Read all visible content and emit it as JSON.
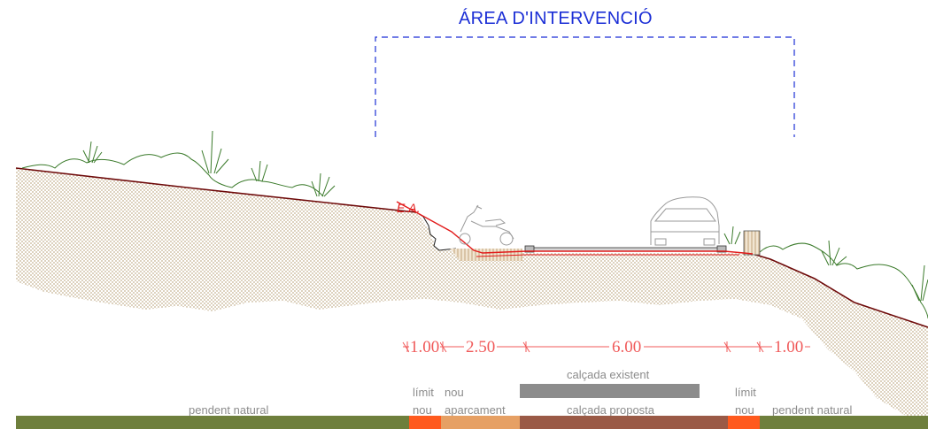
{
  "intervention_area": {
    "title": "ÁREA D'INTERVENCIÓ"
  },
  "existing_level": {
    "label": "E.A."
  },
  "dimensions": [
    {
      "id": "left-margin",
      "value": "1.00"
    },
    {
      "id": "parking",
      "value": "2.50"
    },
    {
      "id": "roadway",
      "value": "6.00"
    },
    {
      "id": "right-margin",
      "value": "1.00"
    }
  ],
  "legend": {
    "left_natural_slope": "pendent natural",
    "left_limit_line1": "límit",
    "left_limit_line2": "nou",
    "parking_line1": "nou",
    "parking_line2": "aparcament",
    "existing_road": "calçada existent",
    "proposed_road": "calçada proposta",
    "right_limit_line1": "límit",
    "right_limit_line2": "nou",
    "right_natural_slope": "pendent natural"
  },
  "colors": {
    "intervention": "#1c2fd6",
    "dimension": "#f05a5a",
    "natural_slope": "#6e7f3c",
    "new_limit": "#ff5a1e",
    "new_parking": "#e6a064",
    "proposed_road": "#9a5a46",
    "existing_road": "#8c8c8c",
    "terrain_line": "#6e0a0a",
    "soil": "#c2ad8a"
  }
}
